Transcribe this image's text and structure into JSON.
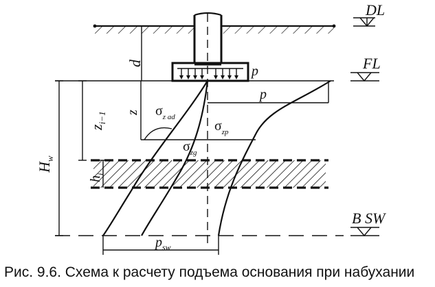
{
  "caption": "Рис. 9.6. Схема к расчету подъема основания при набухании",
  "labels": {
    "dl": "DL",
    "fl": "FL",
    "bsw": "B SW",
    "d": "d",
    "p_load": "p",
    "p_dim": "p",
    "z": "z",
    "z_main": "z",
    "z_sub": "i−1",
    "hw_main": "H",
    "hw_sub": "w",
    "hi_main": "h",
    "hi_sub": "i",
    "sigma_zad_main": "σ",
    "sigma_zad_sub": "z ad",
    "sigma_zp_main": "σ",
    "sigma_zp_sub": "zp",
    "sigma_zg_main": "σ",
    "sigma_zg_sub": "zg",
    "psw_main": "p",
    "psw_sub": "sw"
  }
}
